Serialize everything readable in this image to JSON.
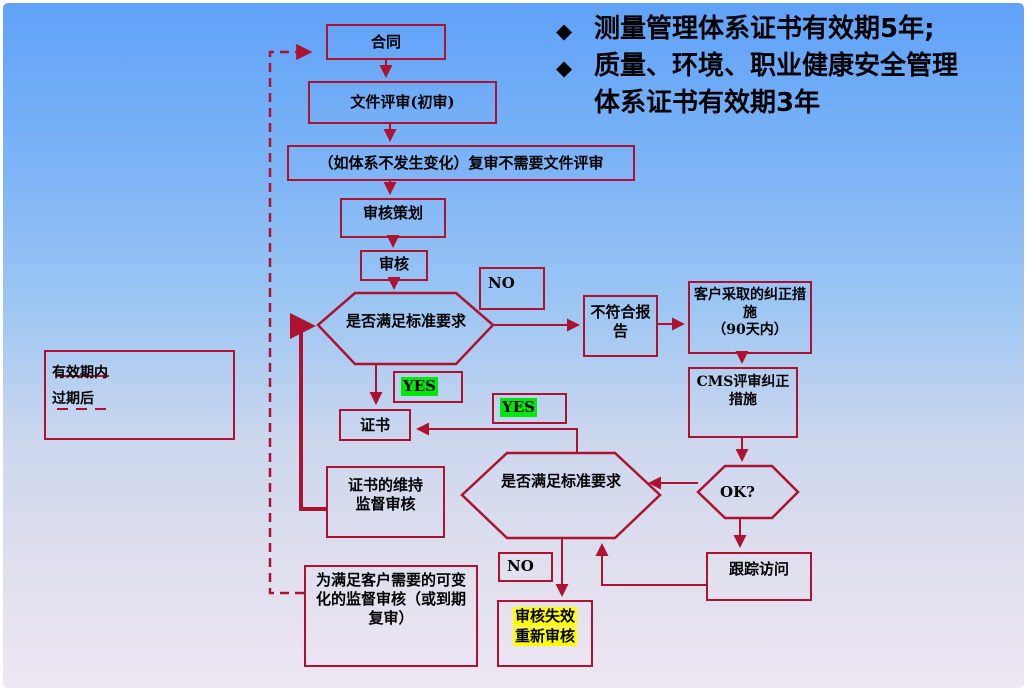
{
  "colors": {
    "line": "#ad1230",
    "text": "#000000",
    "yes": "#00e70b",
    "warn": "#ffff00",
    "bg_top": "#60a2f8",
    "bg_mid": "#9cc6f3",
    "bg_low": "#ccd7ee",
    "bg_bottom": "#efe6f3"
  },
  "bullets": {
    "glyph": "◆",
    "line1": "测量管理体系证书有效期5年;",
    "line2": "质量、环境、职业健康安全管理",
    "line3": "体系证书有效期3年"
  },
  "legend": {
    "in_validity": "有效期内",
    "after_expiry": "过期后"
  },
  "nodes": {
    "contract": "合同",
    "doc_review": "文件评审(初审)",
    "renewal_note": "（如体系不发生变化）复审不需要文件评审",
    "audit_planning": "审核策划",
    "audit": "审核",
    "meets_requirements_1": "是否满足标准要求",
    "no_label_1": "NO",
    "yes_label_1": "YES",
    "yes_label_2": "YES",
    "nonconformity_report": "不符合报告",
    "customer_corrective_action": "客户采取的纠正措施",
    "customer_corrective_deadline": "（90天内）",
    "cms_review": "CMS评审纠正措施",
    "ok_question": "OK?",
    "follow_up_visit": "跟踪访问",
    "certificate": "证书",
    "maintenance_audit": "证书的维持监督审核",
    "meets_requirements_2": "是否满足标准要求",
    "no_label_2": "NO",
    "audit_invalid_line1": "审核失效",
    "audit_invalid_line2": "重新审核",
    "flexible_audit": "为满足客户需要的可变化的监督审核（或到期复审）"
  }
}
